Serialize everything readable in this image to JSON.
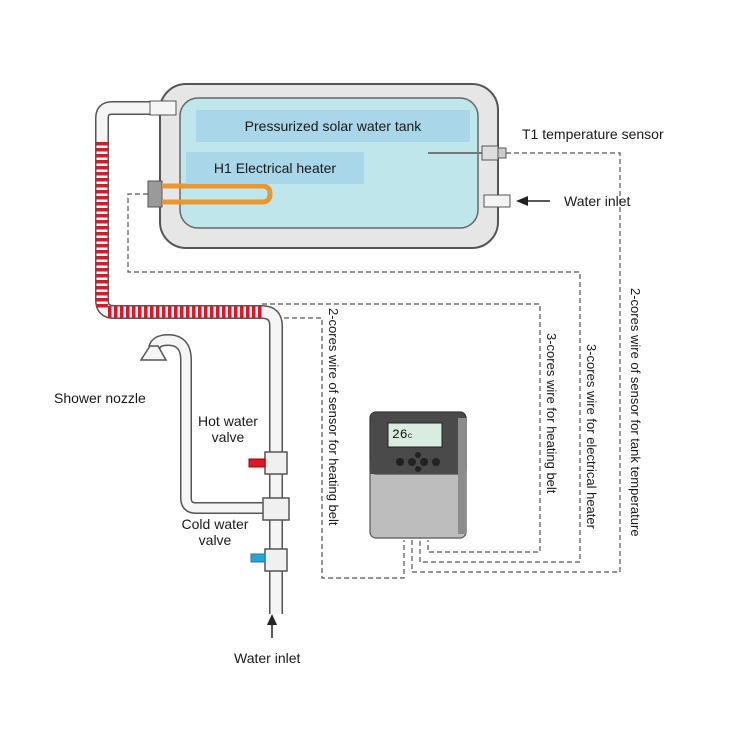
{
  "labels": {
    "tank": "Pressurized solar water tank",
    "heater": "H1 Electrical heater",
    "t1_sensor": "T1 temperature sensor",
    "water_inlet_top": "Water inlet",
    "shower_nozzle": "Shower nozzle",
    "hot_valve_line1": "Hot water",
    "hot_valve_line2": "valve",
    "cold_valve_line1": "Cold water",
    "cold_valve_line2": "valve",
    "water_inlet_bottom": "Water inlet",
    "wire_heating_belt_sensor": "2-cores wire of sensor for heating belt",
    "wire_heating_belt": "3-cores wire for heating belt",
    "wire_electrical_heater": "3-cores wire for electrical heater",
    "wire_tank_sensor": "2-cores wire of sensor for tank temperature"
  },
  "controller": {
    "display_value": "26",
    "display_unit": "c"
  },
  "colors": {
    "tank_water": "#bfe6ea",
    "label_box": "#a9d6e8",
    "insulation": "#e6e6e6",
    "heating_belt": "#d7192a",
    "heater_element": "#e8982e",
    "hot_valve": "#d7192a",
    "cold_valve": "#29a3d6"
  }
}
